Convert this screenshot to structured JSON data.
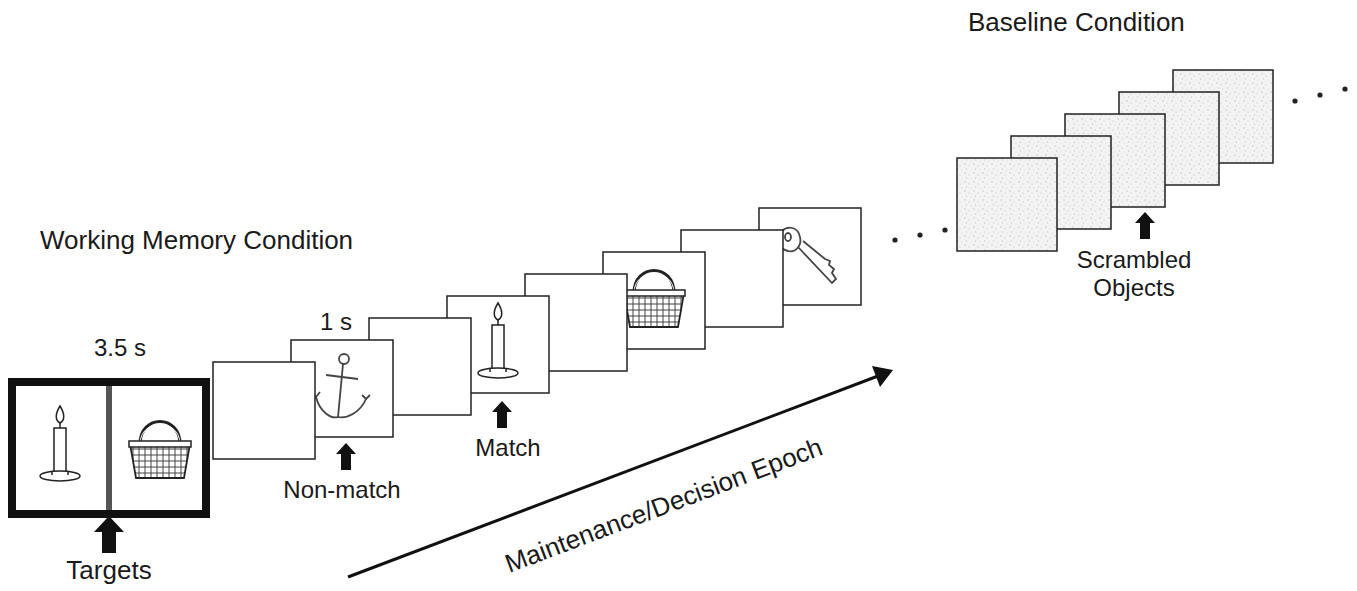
{
  "diagram": {
    "labels": [
      "Working Memory Condition",
      "3.5 s",
      "1 s",
      "Non-match",
      "Match",
      "Targets",
      "Maintenance/Decision Epoch",
      "Baseline Condition",
      "Scrambled Objects"
    ]
  }
}
